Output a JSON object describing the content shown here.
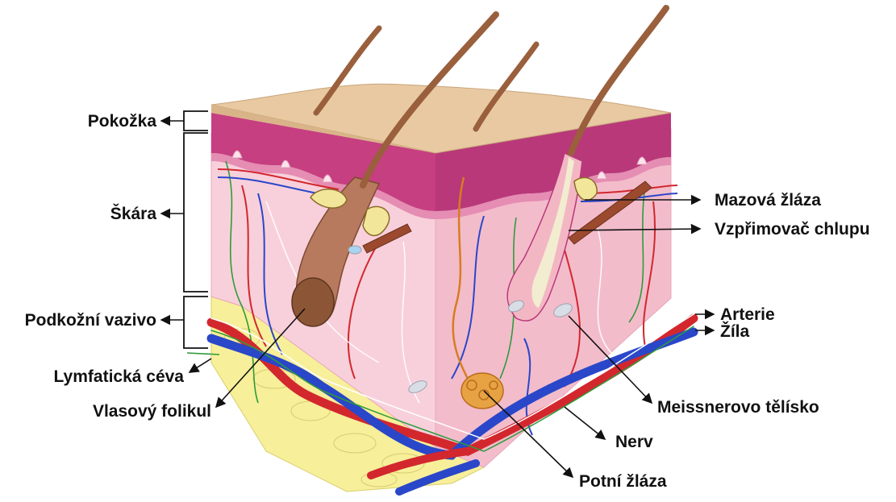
{
  "labels": {
    "epidermis": "Pokožka",
    "dermis": "Škára",
    "subcutis": "Podkožní vazivo",
    "lymph_vessel": "Lymfatická céva",
    "hair_follicle": "Vlasový folikul",
    "sebaceous_gland": "Mazová žláza",
    "arrector_pili": "Vzpřimovač chlupu",
    "artery": "Arterie",
    "vein": "Žíla",
    "meissner_corpuscle": "Meissnerovo tělísko",
    "nerve": "Nerv",
    "sweat_gland": "Potní žláza"
  },
  "colors": {
    "epidermis_top": "#e8c9a2",
    "epidermis_layer": "#c9407f",
    "dermis": "#f6c9d6",
    "dermis_right": "#f0b6c7",
    "subcutis": "#f7ef9a",
    "hair": "#9a5f3c",
    "artery": "#d3272e",
    "vein": "#2a47c9",
    "sweat_gland": "#e7a244",
    "lymph": "#2f9b3b"
  }
}
